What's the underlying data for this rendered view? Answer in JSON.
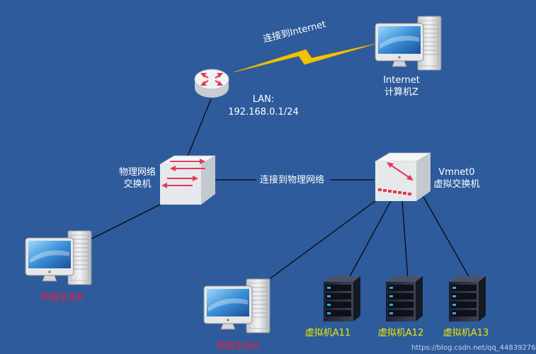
{
  "colors": {
    "background": "#2d5b9c",
    "link_line": "#0a0a0a",
    "lightning": "#f2c500",
    "arrow_red": "#e23a55",
    "physical_host_label": "#e2223b",
    "vm_label": "#f2e600"
  },
  "nodes": {
    "router": {
      "icon": "router-icon",
      "lan_label": "LAN:",
      "lan_ip": "192.168.0.1/24"
    },
    "computer_z": {
      "icon": "computer-icon",
      "line1": "Internet",
      "line2": "计算机Z"
    },
    "physical_switch": {
      "icon": "switch-icon",
      "line1": "物理网络",
      "line2": "交换机"
    },
    "vmnet0_switch": {
      "icon": "switch-icon",
      "line1": "Vmnet0",
      "line2": "虚拟交换机"
    },
    "host_b": {
      "icon": "computer-icon",
      "label": "物理主机B"
    },
    "host_a": {
      "icon": "computer-icon",
      "label": "物理主机A"
    },
    "vms": [
      {
        "icon": "server-icon",
        "label": "虚拟机A11"
      },
      {
        "icon": "server-icon",
        "label": "虚拟机A12"
      },
      {
        "icon": "server-icon",
        "label": "虚拟机A13"
      }
    ]
  },
  "edges": {
    "internet_link_label": "连接到Internet",
    "physical_link_label": "连接到物理网络"
  },
  "watermark": "https://blog.csdn.net/qq_44839276"
}
